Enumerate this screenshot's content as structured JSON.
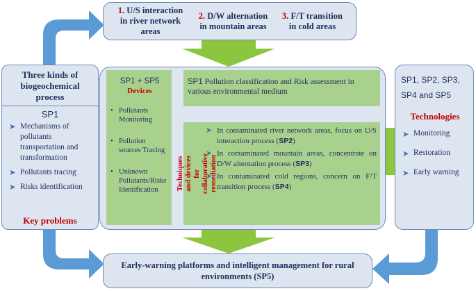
{
  "top": {
    "items": [
      {
        "num": "1.",
        "text": "U/S interaction in river network areas"
      },
      {
        "num": "2.",
        "text": "D/W alternation in mountain areas"
      },
      {
        "num": "3.",
        "text": "F/T transition in cold areas"
      }
    ]
  },
  "left": {
    "title": "Three kinds of biogeochemical process",
    "sp": "SP1",
    "items": [
      "Mechanisms of pollutants transportation and transformation",
      "Pollutants tracing",
      "Risks identification"
    ],
    "key": "Key problems"
  },
  "devices": {
    "sp": "SP1 + SP5",
    "label": "Devices",
    "items": [
      "Pollutants Monitoring",
      "Pollution sources Tracing",
      "Unknown Pollutants/Risks Identification"
    ]
  },
  "sp1box": {
    "tag": "SP1",
    "text": "Pollution classification and Risk assessment in various environmental medium"
  },
  "remediation": {
    "vertical": "Techniques and devices for collaborative remediation",
    "items": [
      {
        "pre": "In contaminated river network areas, focus on U/S interaction process (",
        "sp": "SP2",
        "post": ")"
      },
      {
        "pre": "In contaminated mountain areas, concentrate on D/W alternation process (",
        "sp": "SP3",
        "post": ")"
      },
      {
        "pre": "In contaminated cold regions, concern on F/T transition process (",
        "sp": "SP4",
        "post": ")"
      }
    ]
  },
  "right": {
    "sps": "SP1, SP2, SP3, SP4 and SP5",
    "label": "Technologies",
    "items": [
      "Monitoring",
      "Restoration",
      "Early warning"
    ]
  },
  "bottom": {
    "text": "Early-warning platforms and intelligent management for rural environments (SP5)"
  },
  "colors": {
    "blue_box": "#dde5f1",
    "green": "#a9d18e",
    "arrow_green": "#8cc63f",
    "arrow_blue": "#5b9bd5",
    "brown": "#a0522d",
    "red": "#c00000"
  }
}
